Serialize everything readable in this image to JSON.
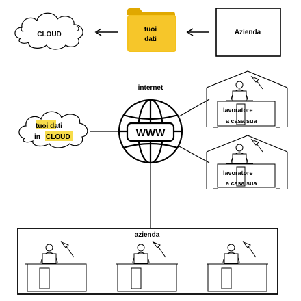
{
  "colors": {
    "folder_yellow": "#f4c21e",
    "folder_dark": "#e0a800",
    "highlight": "#f7dc4a",
    "line": "#000000",
    "background": "#ffffff"
  },
  "top_row": {
    "cloud_label": "CLOUD",
    "folder_label_line1": "tuoi",
    "folder_label_line2": "dati",
    "company_label": "Azienda"
  },
  "internet": {
    "label": "internet",
    "globe_label": "WWW"
  },
  "left_cloud": {
    "line1": "tuoi dati",
    "line2_prefix": "in",
    "line2_highlight": "CLOUD"
  },
  "home_workers": [
    {
      "line1": "lavoratore",
      "line2": "a casa sua"
    },
    {
      "line1": "lavoratore",
      "line2": "a casa sua"
    }
  ],
  "office": {
    "label": "azienda",
    "desks": 3
  },
  "icons": [
    "cloud-icon",
    "folder-icon",
    "arrow-left-icon",
    "globe-icon",
    "house-icon",
    "person-at-desk-icon",
    "desk-lamp-icon"
  ]
}
